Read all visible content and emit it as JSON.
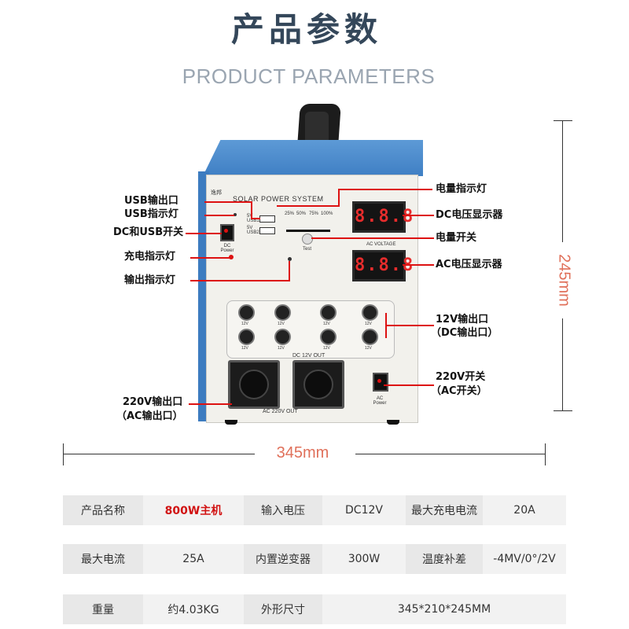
{
  "header": {
    "title_cn": "产品参数",
    "title_en": "PRODUCT PARAMETERS"
  },
  "device": {
    "brand": "逸邦",
    "panel_title": "SOLAR POWER SYSTEM",
    "usb1": "5V USB1",
    "usb2": "5V USB2",
    "levels": [
      "25%",
      "50%",
      "75%",
      "100%"
    ],
    "test": "Test",
    "dc_power": "DC Power",
    "ac_voltage": "AC VOLTAGE",
    "lcd_dc": "8.8.8",
    "lcd_ac": "8.8.8",
    "jack_label": "DC 12V OUT",
    "socket_label": "AC 220V OUT",
    "ac_power": "AC Power",
    "jack_unit": "12V"
  },
  "labels": {
    "usb_out": "USB输出口",
    "usb_ind": "USB指示灯",
    "dc_usb_switch": "DC和USB开关",
    "charge_ind": "充电指示灯",
    "output_ind": "输出指示灯",
    "out_220_line1": "220V输出口",
    "out_220_line2": "（AC输出口）",
    "battery_ind": "电量指示灯",
    "dc_display": "DC电压显示器",
    "battery_switch": "电量开关",
    "ac_display": "AC电压显示器",
    "out_12_line1": "12V输出口",
    "out_12_line2": "（DC输出口）",
    "switch_220_line1": "220V开关",
    "switch_220_line2": "（AC开关）"
  },
  "dimensions": {
    "height": "245mm",
    "width": "345mm"
  },
  "specs": [
    [
      {
        "label": "产品名称",
        "value": "800W主机",
        "highlight": true
      },
      {
        "label": "输入电压",
        "value": "DC12V"
      },
      {
        "label": "最大充电电流",
        "value": "20A"
      }
    ],
    [
      {
        "label": "最大电流",
        "value": "25A"
      },
      {
        "label": "内置逆变器",
        "value": "300W"
      },
      {
        "label": "温度补差",
        "value": "-4MV/0°/2V"
      }
    ],
    [
      {
        "label": "重量",
        "value": "约4.03KG"
      },
      {
        "label": "外形尺寸",
        "value": "345*210*245MM"
      }
    ]
  ],
  "colors": {
    "title": "#34475a",
    "subtitle": "#9aa5b1",
    "accent_red": "#d11111",
    "dimension": "#e0705a",
    "case_blue": "#4a8ad0"
  }
}
